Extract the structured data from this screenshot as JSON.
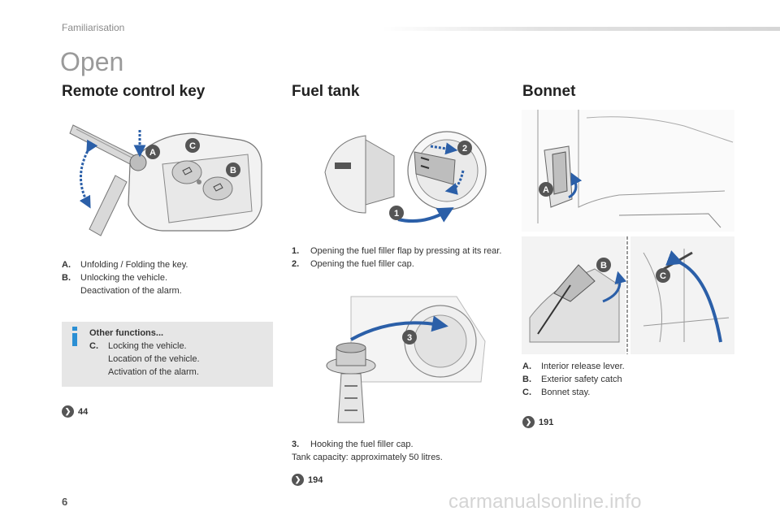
{
  "header": {
    "section": "Familiarisation",
    "title": "Open"
  },
  "remote": {
    "title": "Remote control key",
    "items": [
      {
        "label": "A.",
        "text": "Unfolding / Folding the key."
      },
      {
        "label": "B.",
        "text": "Unlocking the vehicle."
      }
    ],
    "continuation": "Deactivation of the alarm.",
    "callouts": [
      "A",
      "B",
      "C"
    ],
    "info": {
      "heading": "Other functions...",
      "label": "C.",
      "lines": [
        "Locking the vehicle.",
        "Location of the vehicle.",
        "Activation of the alarm."
      ]
    },
    "ref": "44"
  },
  "fuel": {
    "title": "Fuel tank",
    "items": [
      {
        "label": "1.",
        "text": "Opening the fuel filler flap by pressing at its rear."
      },
      {
        "label": "2.",
        "text": "Opening the fuel filler cap."
      }
    ],
    "item3": {
      "label": "3.",
      "text": "Hooking the fuel filler cap."
    },
    "capacity": "Tank capacity: approximately 50 litres.",
    "callouts": [
      "1",
      "2",
      "3"
    ],
    "ref": "194"
  },
  "bonnet": {
    "title": "Bonnet",
    "items": [
      {
        "label": "A.",
        "text": "Interior release lever."
      },
      {
        "label": "B.",
        "text": "Exterior safety catch"
      },
      {
        "label": "C.",
        "text": "Bonnet stay."
      }
    ],
    "callouts": [
      "A",
      "B",
      "C"
    ],
    "ref": "191"
  },
  "page_number": "6",
  "watermark": "carmanualsonline.info",
  "colors": {
    "accent": "#2b8fd4",
    "callout": "#555555",
    "arrow": "#2b5fa8",
    "info_bg": "#e6e6e6"
  }
}
